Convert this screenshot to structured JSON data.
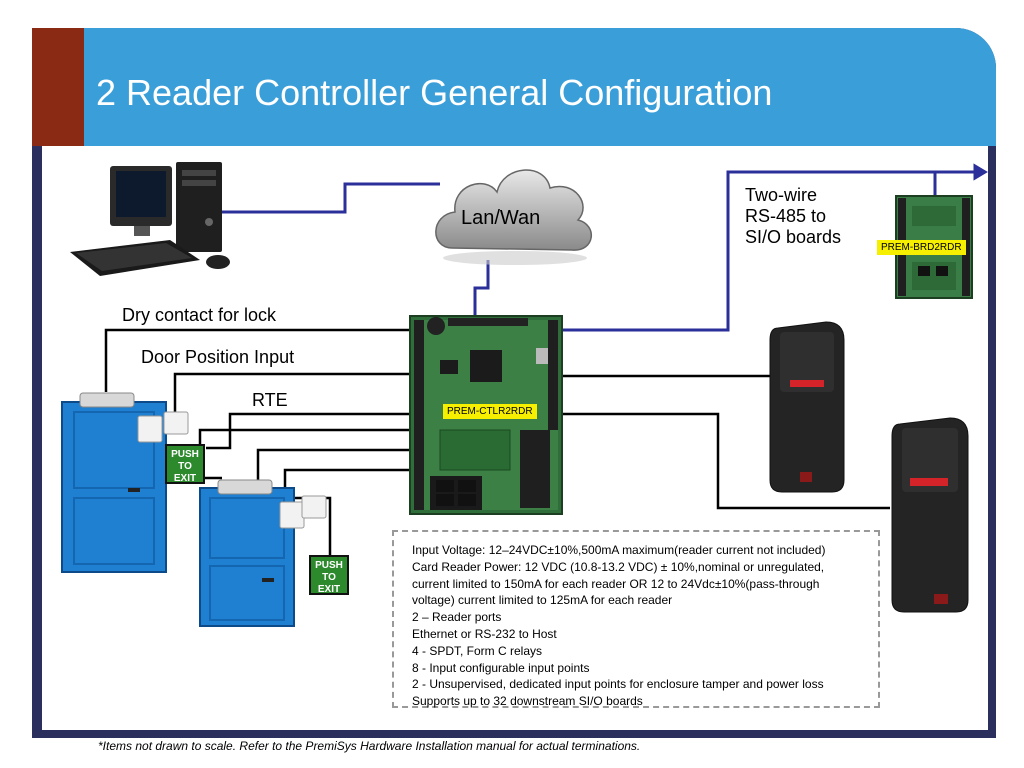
{
  "title": "2 Reader Controller General Configuration",
  "labels": {
    "cloud": "Lan/Wan",
    "two_wire": [
      "Two-wire",
      "RS-485 to",
      "SI/O boards"
    ],
    "dry_contact": "Dry contact for lock",
    "door_position": "Door Position Input",
    "rte": "RTE"
  },
  "devices": {
    "controller_tag": "PREM-CTLR2RDR",
    "io_board_tag": "PREM-BRD2RDR",
    "push_to_exit": [
      "PUSH",
      "TO",
      "EXIT"
    ]
  },
  "specs": [
    "Input Voltage: 12–24VDC±10%,500mA maximum(reader current not included)",
    "Card Reader Power: 12 VDC (10.8-13.2 VDC) ± 10%,nominal or unregulated,",
    "current limited to 150mA for each reader OR 12 to 24Vdc±10%(pass-through",
    "voltage) current limited to 125mA for each reader",
    "2 – Reader ports",
    "Ethernet or RS-232 to Host",
    "4 - SPDT, Form C relays",
    "8 - Input configurable input points",
    "2 - Unsupervised, dedicated input points for enclosure tamper and power loss",
    "Supports up to 32 downstream SI/O boards"
  ],
  "footnote": "*Items not drawn to scale. Refer to the PremiSys Hardware Installation manual for actual terminations.",
  "colors": {
    "title_bar": "#3a9fd9",
    "frame": "#2a2f5e",
    "accent": "#8b2a14",
    "network_line": "#2b2f9a",
    "tag": "#f6f000",
    "door": "#1f7fd0",
    "push_button": "#2c8a2c"
  }
}
